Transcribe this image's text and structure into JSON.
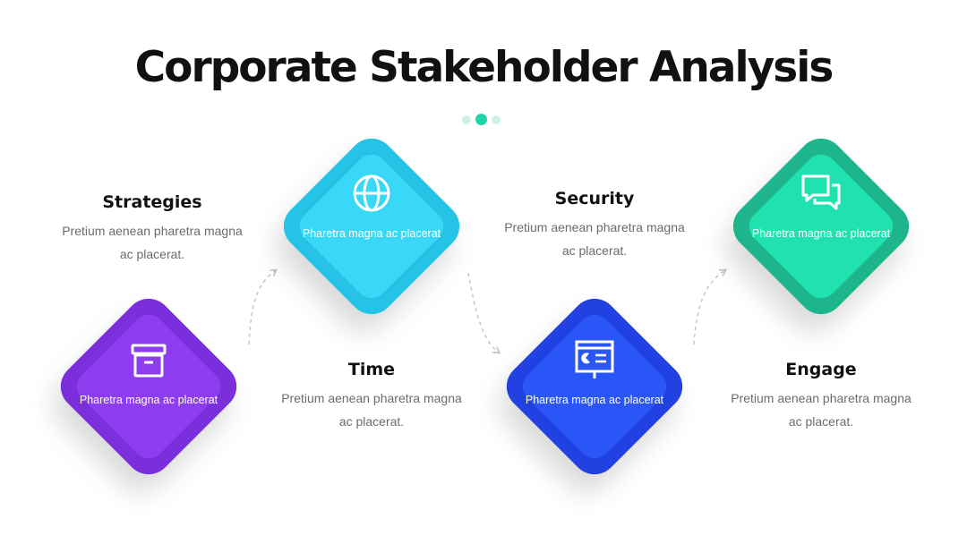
{
  "title": "Corporate Stakeholder Analysis",
  "colors": {
    "purple_outer": "#7a2fdb",
    "purple_inner": "#8d3cf0",
    "cyan_outer": "#25c4e6",
    "cyan_inner": "#3ad8f7",
    "blue_outer": "#2142e0",
    "blue_inner": "#2a55f7",
    "green_outer": "#1fb58c",
    "green_inner": "#20e2b0",
    "accent": "#1fd5a8"
  },
  "steps": [
    {
      "heading": "Strategies",
      "description": "Pretium aenean pharetra magna ac placerat.",
      "card_text": "Pharetra magna ac placerat",
      "icon": "archive-box-icon"
    },
    {
      "heading": "Time",
      "description": "Pretium aenean pharetra magna ac placerat.",
      "card_text": "Pharetra magna ac placerat",
      "icon": "globe-icon"
    },
    {
      "heading": "Security",
      "description": "Pretium aenean pharetra magna ac placerat.",
      "card_text": "Pharetra magna ac placerat",
      "icon": "presentation-board-icon"
    },
    {
      "heading": "Engage",
      "description": "Pretium aenean pharetra magna ac placerat.",
      "card_text": "Pharetra magna ac placerat",
      "icon": "chat-bubbles-icon"
    }
  ]
}
